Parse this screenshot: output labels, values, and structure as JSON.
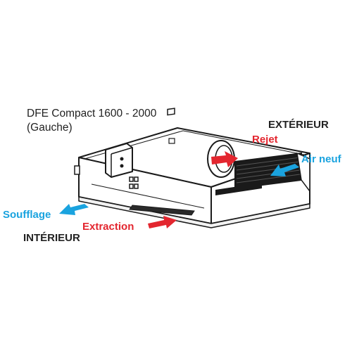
{
  "diagram": {
    "title_line1": "DFE Compact 1600 - 2000",
    "title_line2": "(Gauche)",
    "zones": {
      "exterior": "EXTÉRIEUR",
      "interior": "INTÉRIEUR"
    },
    "flows": {
      "rejet": "Rejet",
      "air_neuf": "Air neuf",
      "soufflage": "Soufflage",
      "extraction": "Extraction"
    },
    "colors": {
      "red_arrow": "#e3262f",
      "blue_arrow": "#1aa3df",
      "outline": "#1a1a1a",
      "text": "#222222"
    }
  }
}
